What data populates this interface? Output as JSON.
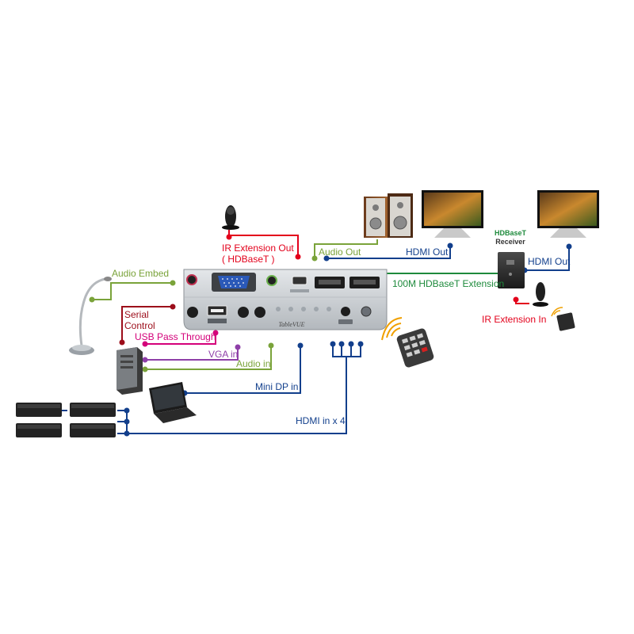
{
  "labels": {
    "ir_extension_out": "IR Extension Out",
    "hdbaset_paren": "( HDBaseT )",
    "audio_out": "Audio Out",
    "hdmi_out_1": "HDMI Out",
    "hdbaset_receiver_line1": "HDBaseT",
    "hdbaset_receiver_line2": "Receiver",
    "hdmi_out_2": "HDMI Out",
    "hdbaset_extension": "100M HDBaseT Extension",
    "ir_extension_in": "IR Extension In",
    "audio_embed": "Audio Embed",
    "serial_control_1": "Serial",
    "serial_control_2": "Control",
    "usb_pass_through": "USB Pass Through",
    "vga_in": "VGA in",
    "audio_in": "Audio in",
    "mini_dp_in": "Mini DP in",
    "hdmi_in_x4": "HDMI in x 4"
  },
  "device": {
    "brand": "TableVUE"
  },
  "colors": {
    "red": "#e3001b",
    "green": "#7aa33a",
    "navy": "#123f8c",
    "dark_green": "#1e8a3c",
    "magenta": "#d4007a",
    "purple": "#8e3fa8",
    "dark_red": "#9c0d1a",
    "device_silver": "#c8ccd0"
  }
}
